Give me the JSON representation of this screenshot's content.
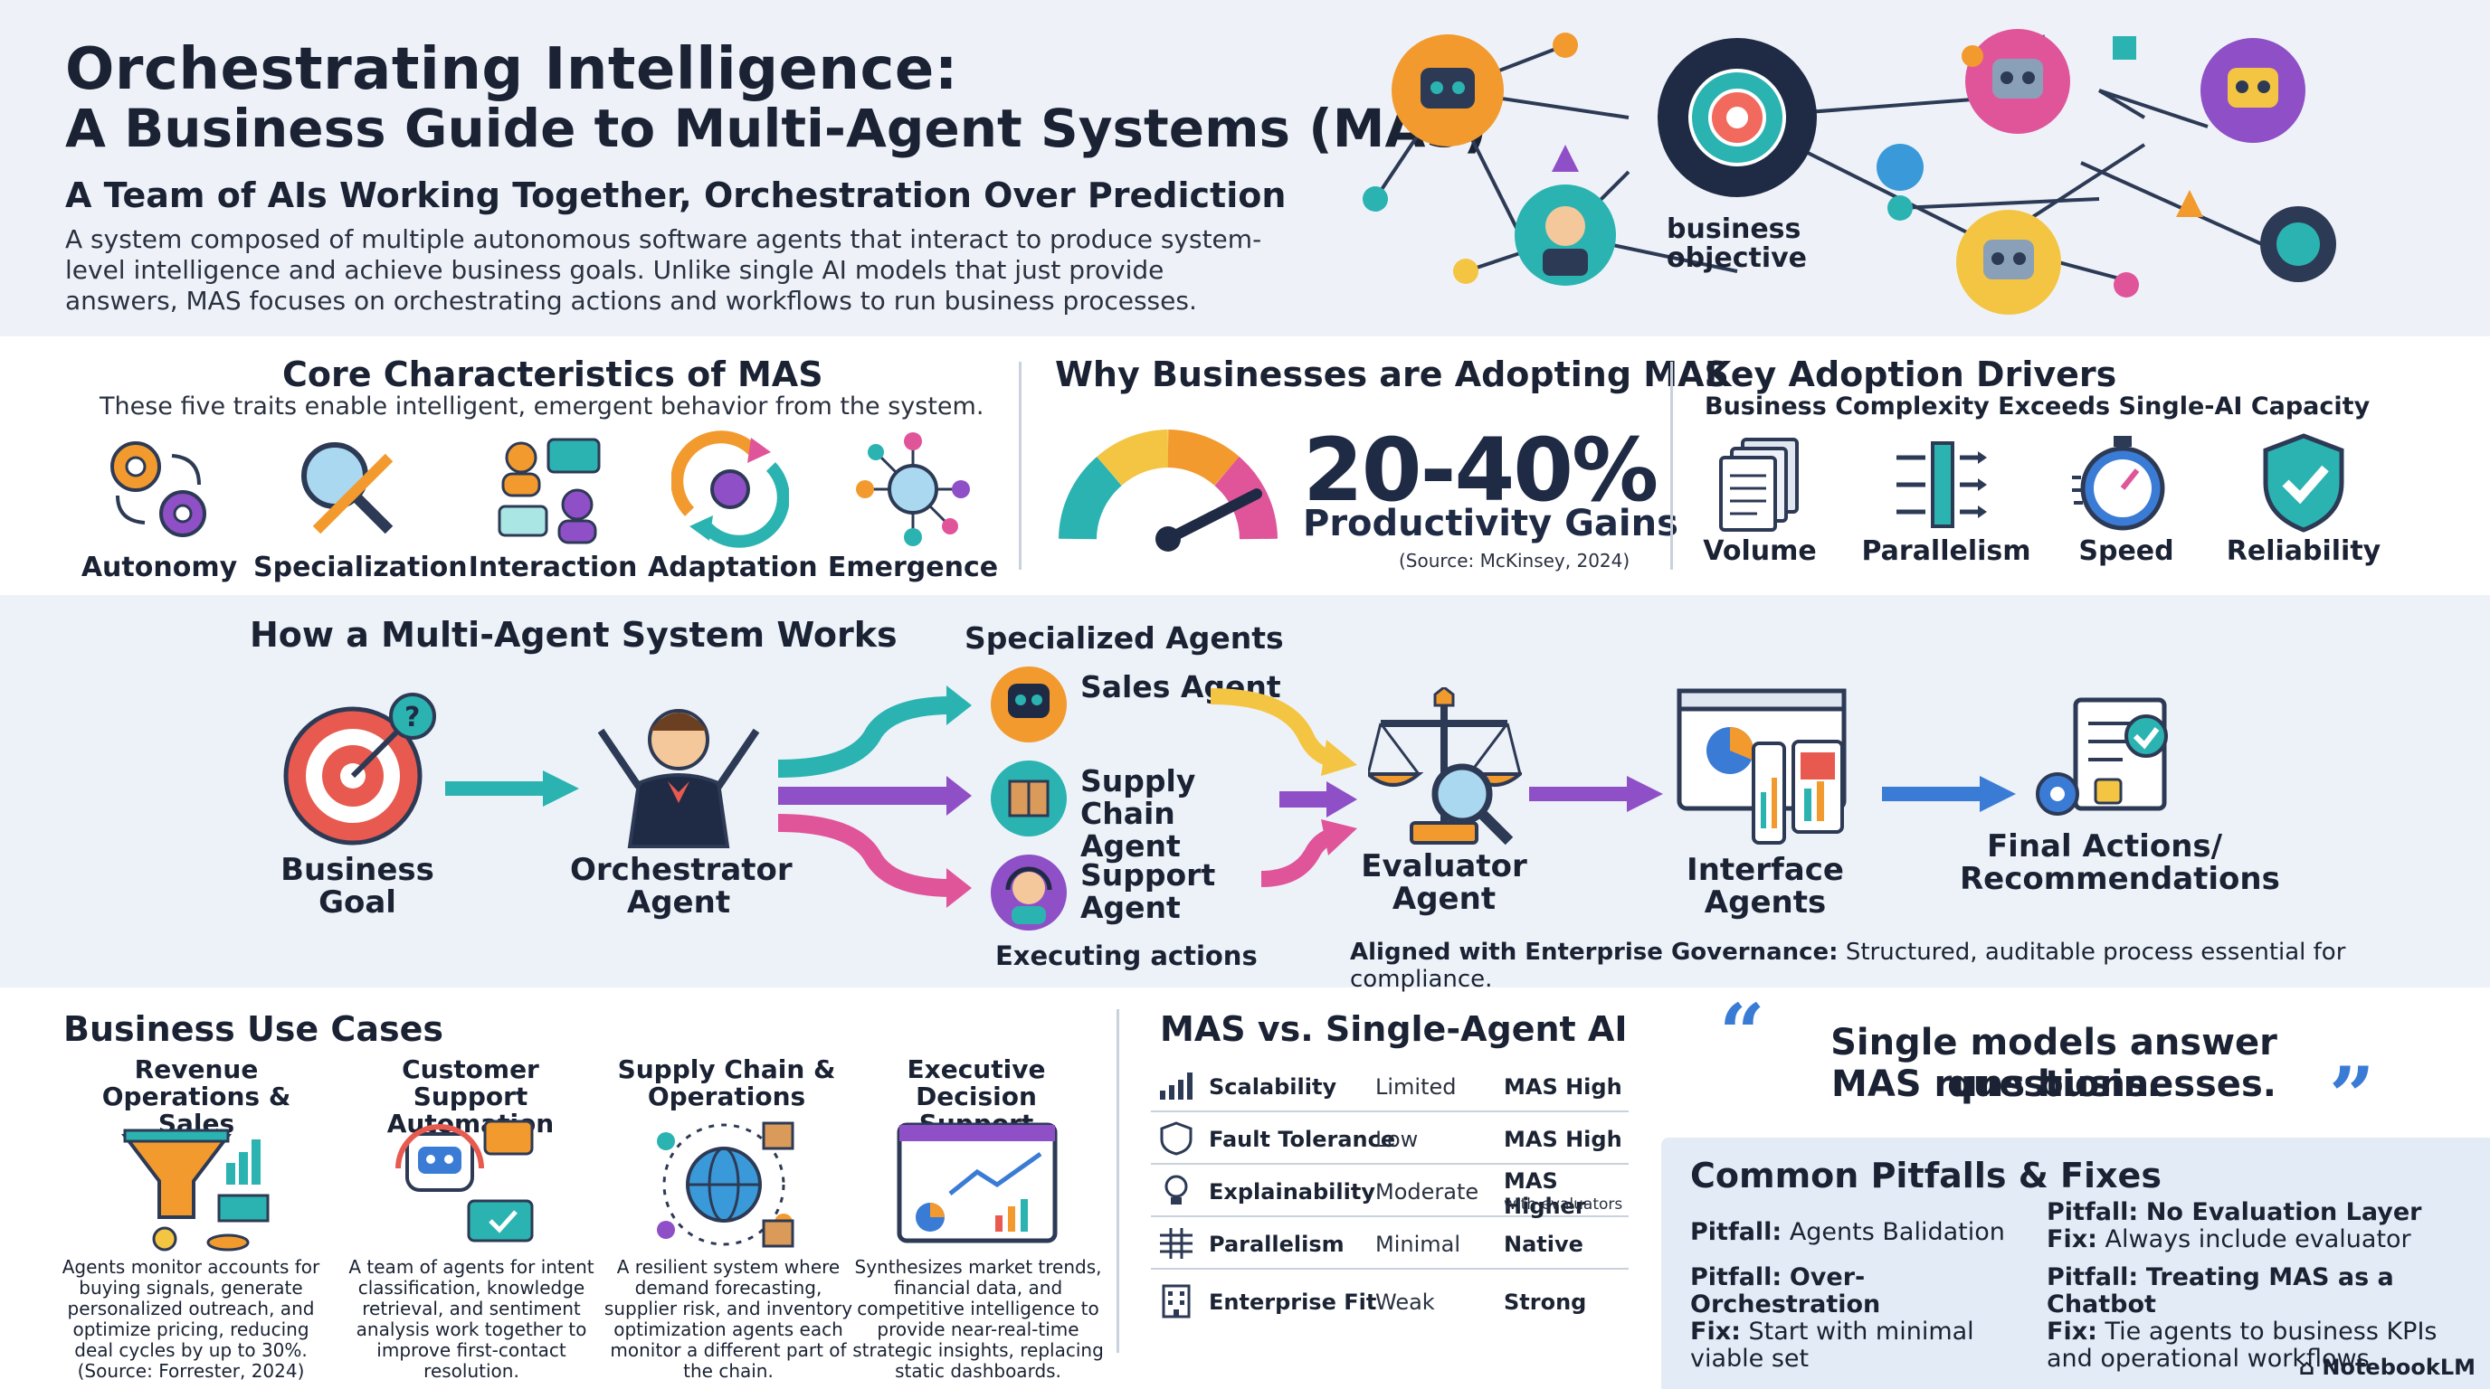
{
  "header": {
    "title_line1": "Orchestrating Intelligence:",
    "title_line2": "A Business Guide to Multi-Agent Systems (MAS)",
    "subtitle": "A Team of AIs Working Together, Orchestration Over Prediction",
    "intro": "A system composed of multiple autonomous software agents that interact to produce system-level intelligence and achieve business goals. Unlike single AI models that just provide answers, MAS focuses on orchestrating actions and workflows to run business processes.",
    "hero_center_label": "business objective"
  },
  "core": {
    "heading": "Core Characteristics of MAS",
    "sub": "These five traits enable intelligent, emergent behavior from the system.",
    "traits": [
      {
        "label": "Autonomy",
        "icon": "gears-cycle-icon"
      },
      {
        "label": "Specialization",
        "icon": "magnifier-wrench-icon"
      },
      {
        "label": "Interaction",
        "icon": "people-chat-icon"
      },
      {
        "label": "Adaptation",
        "icon": "adaptive-arrows-icon"
      },
      {
        "label": "Emergence",
        "icon": "network-globe-icon"
      }
    ]
  },
  "why": {
    "heading": "Why Businesses are Adopting MAS",
    "stat": "20-40%",
    "stat_label": "Productivity Gains",
    "source": "(Source: McKinsey, 2024)",
    "gauge_fill": 0.85
  },
  "drivers": {
    "heading": "Key Adoption Drivers",
    "sub": "Business Complexity Exceeds Single-AI Capacity",
    "items": [
      {
        "label": "Volume",
        "icon": "documents-icon"
      },
      {
        "label": "Parallelism",
        "icon": "parallel-arrows-icon"
      },
      {
        "label": "Speed",
        "icon": "stopwatch-icon"
      },
      {
        "label": "Reliability",
        "icon": "shield-check-icon"
      }
    ]
  },
  "flow": {
    "heading": "How a Multi-Agent System Works",
    "specialized_heading": "Specialized Agents",
    "business_goal": "Business Goal",
    "orchestrator": "Orchestrator Agent",
    "agents": [
      "Sales Agent",
      "Supply Chain Agent",
      "Support Agent"
    ],
    "executing": "Executing actions",
    "evaluator": "Evaluator Agent",
    "interface": "Interface Agents",
    "final": "Final Actions/ Recommendations",
    "governance_bold": "Aligned with Enterprise Governance:",
    "governance_rest": " Structured, auditable process essential for compliance."
  },
  "use_cases": {
    "heading": "Business Use Cases",
    "items": [
      {
        "title": "Revenue Operations & Sales",
        "desc": "Agents monitor accounts for buying signals, generate personalized outreach, and optimize pricing, reducing deal cycles by up to 30%. (Source: Forrester, 2024)",
        "icon": "sales-funnel-icon"
      },
      {
        "title": "Customer Support Automation",
        "desc": "A team of agents for intent classification, knowledge retrieval, and sentiment analysis work together to improve first-contact resolution.",
        "icon": "support-bot-icon"
      },
      {
        "title": "Supply Chain & Operations",
        "desc": "A resilient system where demand forecasting, supplier risk, and inventory optimization agents each monitor a different part of the chain.",
        "icon": "supply-globe-icon"
      },
      {
        "title": "Executive Decision Support",
        "desc": "Synthesizes market trends, financial data, and competitive intelligence to provide near-real-time strategic insights, replacing static dashboards.",
        "icon": "dashboard-icon"
      }
    ]
  },
  "comparison": {
    "heading": "MAS vs. Single-Agent AI",
    "rows": [
      {
        "feature": "Scalability",
        "single": "Limited",
        "mas": "MAS High",
        "mas_note": "",
        "icon": "bar-chart-icon"
      },
      {
        "feature": "Fault Tolerance",
        "single": "Low",
        "mas": "MAS High",
        "mas_note": "",
        "icon": "shield-icon"
      },
      {
        "feature": "Explainability",
        "single": "Moderate",
        "mas": "MAS Higher",
        "mas_note": "with evaluators",
        "icon": "lightbulb-icon"
      },
      {
        "feature": "Parallelism",
        "single": "Minimal",
        "mas": "Native",
        "mas_note": "",
        "icon": "parallel-icon"
      },
      {
        "feature": "Enterprise Fit",
        "single": "Weak",
        "mas": "Strong",
        "mas_note": "",
        "icon": "building-icon"
      }
    ]
  },
  "quote": {
    "line1": "Single models answer questions.",
    "line2": "MAS runs businesses."
  },
  "pitfalls": {
    "heading": "Common Pitfalls & Fixes",
    "items": [
      {
        "pitfall": "Agents Balidation",
        "fix": ""
      },
      {
        "pitfall": "Over-Orchestration",
        "fix": "Start with minimal viable set"
      },
      {
        "pitfall": "No Evaluation Layer",
        "fix": "Always include evaluator"
      },
      {
        "pitfall": "Treating MAS as a Chatbot",
        "fix": "Tie agents to business KPIs and operational workflows"
      }
    ],
    "pitfall_prefix": "Pitfall:",
    "fix_prefix": "Fix:"
  },
  "branding": "NotebookLM",
  "colors": {
    "teal": "#2bb3b1",
    "purple": "#8e4fc7",
    "pink": "#e0559a",
    "orange": "#f29a2e",
    "navy": "#1f2b45",
    "blue": "#3a7bd5"
  }
}
